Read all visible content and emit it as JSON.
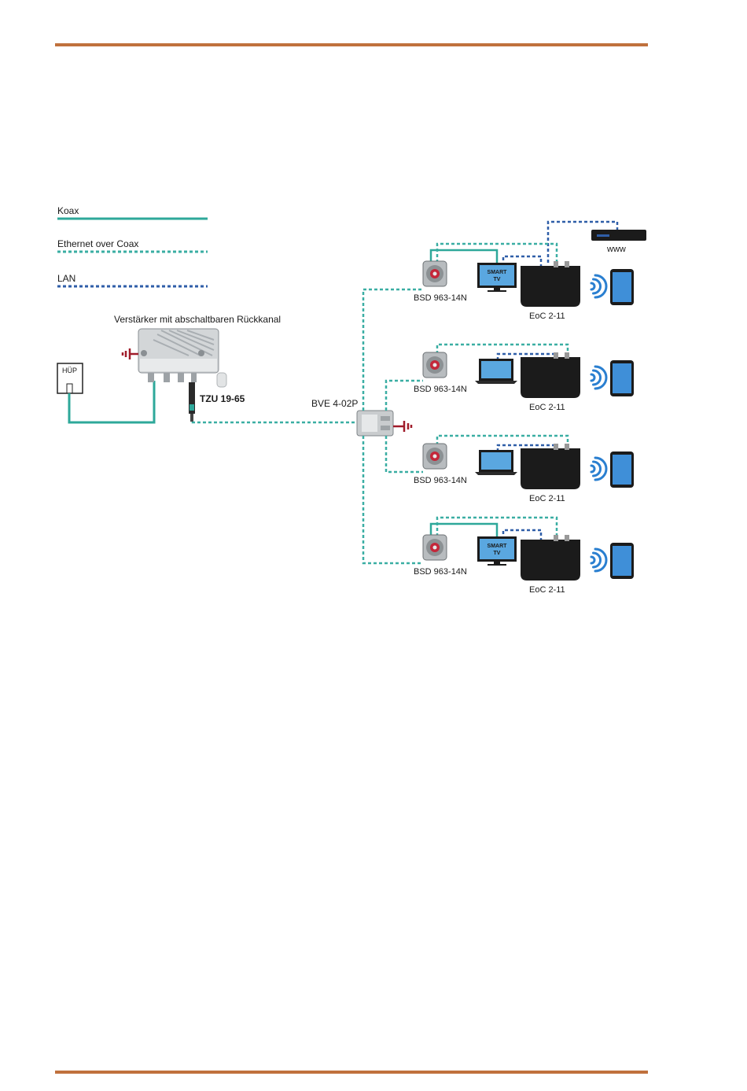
{
  "colors": {
    "rule": "#c0713d",
    "koax": "#2ea89a",
    "eoc": "#3aaea3",
    "lan": "#2f5ea8",
    "device_dark": "#1b1b1b",
    "wifi": "#2a7fd0",
    "ground": "#a01c2a"
  },
  "legend": {
    "koax": "Koax",
    "eoc": "Ethernet over Coax",
    "lan": "LAN"
  },
  "labels": {
    "amplifier": "Verstärker mit abschaltbaren Rückkanal",
    "hup": "HÜP",
    "tzu": "TZU 19-65",
    "bve": "BVE 4-02P",
    "www": "www",
    "smart_tv": "SMART",
    "smart_tv_2": "TV"
  },
  "branches": [
    {
      "socket": "BSD 963-14N",
      "eoc": "EoC 2-11",
      "display": "smart-tv"
    },
    {
      "socket": "BSD 963-14N",
      "eoc": "EoC 2-11",
      "display": "laptop"
    },
    {
      "socket": "BSD 963-14N",
      "eoc": "EoC 2-11",
      "display": "laptop"
    },
    {
      "socket": "BSD 963-14N",
      "eoc": "EoC 2-11",
      "display": "smart-tv"
    }
  ]
}
